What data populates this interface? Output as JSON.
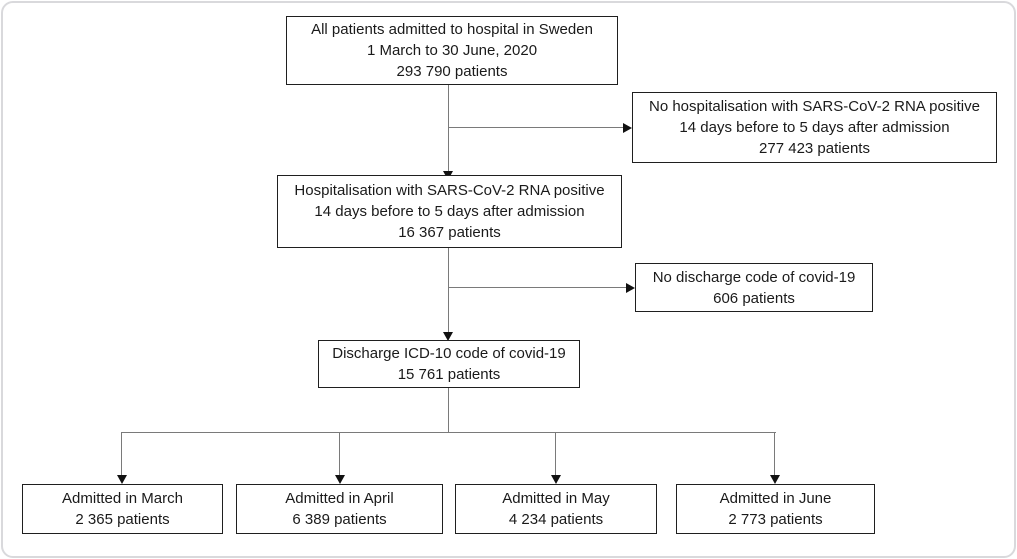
{
  "diagram_title": "",
  "colors": {
    "background": "#ffffff",
    "box_border": "#1f1f1f",
    "text": "#1a1a1a",
    "connector_line": "#7a7a7a",
    "arrowhead": "#111111",
    "frame_border": "#d9d9dc"
  },
  "nodes": [
    {
      "id": "all-admitted",
      "lines": [
        "All patients admitted to hospital in Sweden",
        "1 March to 30 June, 2020",
        "293 790 patients"
      ]
    },
    {
      "id": "no-hospitalisation",
      "lines": [
        "No hospitalisation with SARS-CoV-2 RNA positive",
        "14 days before to 5 days after admission",
        "277 423 patients"
      ]
    },
    {
      "id": "hospitalisation",
      "lines": [
        "Hospitalisation with SARS-CoV-2 RNA positive",
        "14 days before to 5 days after admission",
        "16 367 patients"
      ]
    },
    {
      "id": "no-discharge-code",
      "lines": [
        "No discharge code of covid-19",
        "606 patients"
      ]
    },
    {
      "id": "discharge-code",
      "lines": [
        "Discharge ICD-10 code of covid-19",
        "15 761 patients"
      ]
    },
    {
      "id": "admitted-march",
      "lines": [
        "Admitted in March",
        "2 365 patients"
      ]
    },
    {
      "id": "admitted-april",
      "lines": [
        "Admitted in April",
        "6 389 patients"
      ]
    },
    {
      "id": "admitted-may",
      "lines": [
        "Admitted in May",
        "4 234 patients"
      ]
    },
    {
      "id": "admitted-june",
      "lines": [
        "Admitted in June",
        "2 773 patients"
      ]
    }
  ],
  "edges": [
    {
      "from": "all-admitted",
      "to": "no-hospitalisation",
      "type": "exclusion-branch-right"
    },
    {
      "from": "all-admitted",
      "to": "hospitalisation",
      "type": "flow-down"
    },
    {
      "from": "hospitalisation",
      "to": "no-discharge-code",
      "type": "exclusion-branch-right"
    },
    {
      "from": "hospitalisation",
      "to": "discharge-code",
      "type": "flow-down"
    },
    {
      "from": "discharge-code",
      "to": "admitted-march",
      "type": "split-down"
    },
    {
      "from": "discharge-code",
      "to": "admitted-april",
      "type": "split-down"
    },
    {
      "from": "discharge-code",
      "to": "admitted-may",
      "type": "split-down"
    },
    {
      "from": "discharge-code",
      "to": "admitted-june",
      "type": "split-down"
    }
  ]
}
